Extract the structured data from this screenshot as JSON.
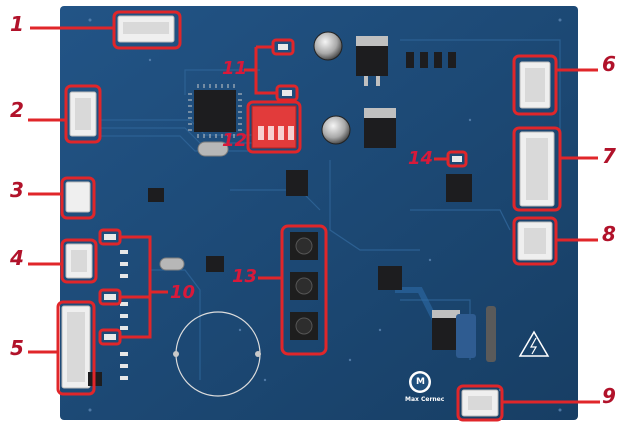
{
  "colors": {
    "board": "#1f4f7c",
    "board_dark": "#173f66",
    "trace": "#2c5f8f",
    "annotation": "#e0262a",
    "callout_text": "#b1122a",
    "connector": "#f1f1f1",
    "chip": "#1d1d1f",
    "dip_switch": "#e23b3b"
  },
  "callouts": [
    "1",
    "2",
    "3",
    "4",
    "5",
    "6",
    "7",
    "8",
    "9",
    "10",
    "11",
    "12",
    "13",
    "14"
  ],
  "logo": {
    "letter": "M",
    "name": "Max Cernec"
  },
  "icons": [
    "hazard-triangle-icon",
    "logo-emblem-icon"
  ]
}
